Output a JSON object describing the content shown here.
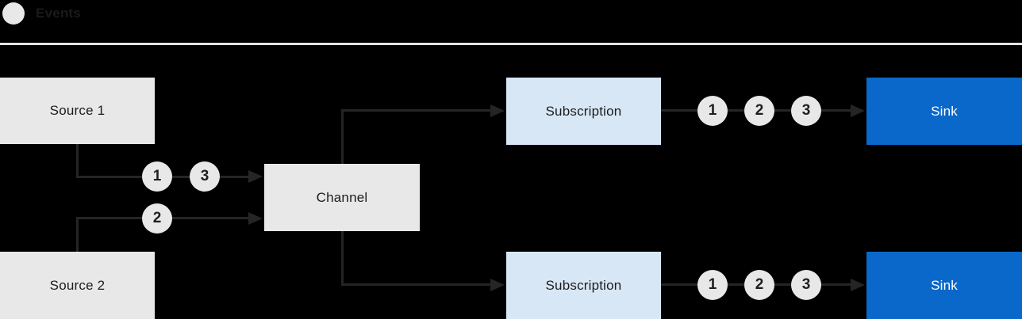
{
  "legend": {
    "label": "Events",
    "icon": "event-circle"
  },
  "nodes": {
    "source1": {
      "label": "Source 1"
    },
    "source2": {
      "label": "Source 2"
    },
    "channel": {
      "label": "Channel"
    },
    "subscription_top": {
      "label": "Subscription"
    },
    "subscription_bottom": {
      "label": "Subscription"
    },
    "sink_top": {
      "label": "Sink"
    },
    "sink_bottom": {
      "label": "Sink"
    }
  },
  "events": {
    "source1_to_channel": [
      "1",
      "3"
    ],
    "source2_to_channel": [
      "2"
    ],
    "subscription_top_to_sink": [
      "1",
      "2",
      "3"
    ],
    "subscription_bottom_to_sink": [
      "1",
      "2",
      "3"
    ]
  },
  "colors": {
    "background": "#000000",
    "node_gray": "#e8e8e8",
    "node_light_blue": "#d8e7f6",
    "node_blue": "#0968c9",
    "connector": "#252525",
    "text_dark": "#1a1a1a",
    "text_light": "#ffffff",
    "separator": "#e4e4e4"
  }
}
